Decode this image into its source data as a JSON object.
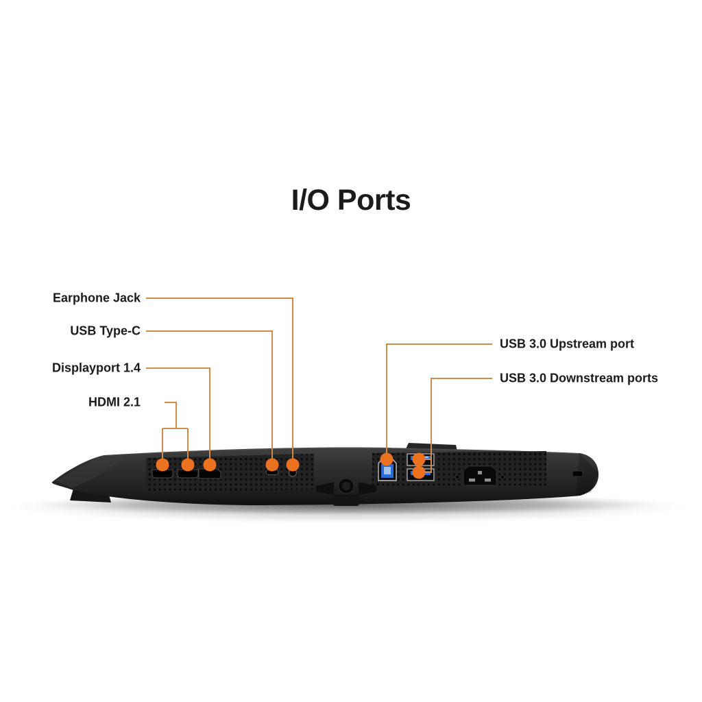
{
  "title": "I/O Ports",
  "colors": {
    "background": "#ffffff",
    "text": "#1b1b1b",
    "accent_orange": "#ed7220",
    "line_orange": "#d28a4a",
    "usb_blue": "#2a6bd4",
    "monitor_body": "#2b2b2b",
    "port_panel": "#222222"
  },
  "labels": {
    "left": [
      {
        "text": "Earphone Jack"
      },
      {
        "text": "USB Type-C"
      },
      {
        "text": "Displayport 1.4"
      },
      {
        "text": "HDMI 2.1"
      }
    ],
    "right": [
      {
        "text": "USB 3.0 Upstream port"
      },
      {
        "text": "USB 3.0 Downstream ports"
      }
    ]
  },
  "monitor": {
    "port_icons": [
      "hdmi-port-1-icon",
      "hdmi-port-2-icon",
      "displayport-port-icon",
      "usb-c-port-icon",
      "earphone-jack-port-icon",
      "usb-b-upstream-port-icon",
      "usb-a-downstream-port-1-icon",
      "usb-a-downstream-port-2-icon",
      "power-inlet-icon",
      "kensington-lock-slot-icon",
      "joystick-control-icon"
    ]
  }
}
